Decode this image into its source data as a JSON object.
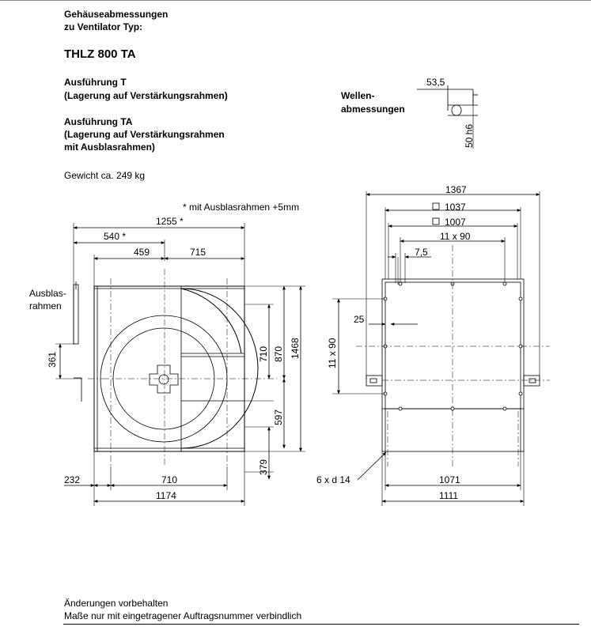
{
  "header": {
    "title_line1": "Gehäuseabmessungen",
    "title_line2": "zu Ventilator Typ:",
    "model": "THLZ 800 TA"
  },
  "variants": {
    "t_title": "Ausführung T",
    "t_desc": "(Lagerung auf Verstärkungsrahmen)",
    "ta_title": "Ausführung TA",
    "ta_desc1": "(Lagerung auf Verstärkungsrahmen",
    "ta_desc2": "mit Ausblasrahmen)"
  },
  "weight": "Gewicht ca. 249 kg",
  "shaft": {
    "label1": "Wellen-",
    "label2": "abmessungen",
    "dim_key": "53,5",
    "dim_diameter": "50 h6"
  },
  "side_view": {
    "note": "* mit Ausblasrahmen +5mm",
    "outlet_label1": "Ausblas-",
    "outlet_label2": "rahmen",
    "dims": {
      "overall_width": "1255 *",
      "to_center": "540 *",
      "left_part": "459",
      "right_part": "715",
      "h710": "710",
      "h870": "870",
      "h1468": "1468",
      "h597": "597",
      "h379": "379",
      "h361": "361",
      "b232": "232",
      "b710": "710",
      "b1174": "1174"
    }
  },
  "front_view": {
    "dims": {
      "w1367": "1367",
      "w1037": "1037",
      "w1007": "1007",
      "holes_top": "11 x 90",
      "w7_5": "7,5",
      "h25": "25",
      "holes_side": "11 x 90",
      "holes_foot": "6 x d 14",
      "b1071": "1071",
      "b1111": "1111"
    }
  },
  "footer": {
    "line1": "Änderungen vorbehalten",
    "line2": "Maße nur mit eingetragener Auftragsnummer verbindlich"
  }
}
